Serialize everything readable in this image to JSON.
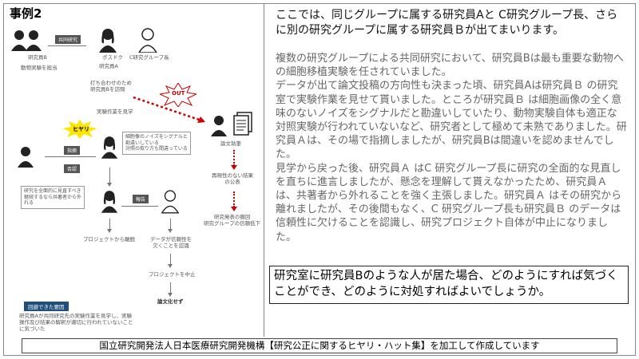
{
  "case_title": "事例2",
  "diagram": {
    "joint_research_label": "共同研究",
    "researcher_b": "研究員B",
    "researcher_b_role": "動物実験を担当",
    "postdoc": "ポスドク",
    "researcher_a": "研究員A",
    "group_c_leader": "C研究グループ長",
    "meeting_note": "打ち合わせのため\n研究員Bを訪問",
    "observe_note": "実験作業を見学",
    "out_label": "OUT",
    "hiyari_label": "ヒヤリ",
    "doubt_note": "細胞像のノイズをシグナルと\n勘違いしている\n対照の取り方も間違っている",
    "point_out_label": "指摘",
    "deny_label": "否認",
    "paper_submission": "論文執筆",
    "no_reproducibility": "再現性のない結果\nの公表",
    "damage_note": "研究発表の撤回\n研究グループの信頼低下",
    "advice_box": "研究を全面的に見直すべき\n継続するなら共著者から外\nれる",
    "report_label": "報告",
    "left_project": "プロジェクトから離脱",
    "data_unreliable": "データが信頼性を\n欠くことを認識",
    "project_stop": "プロジェクトを中止",
    "no_paper": "論文化せず",
    "cause_label": "回避できた要因",
    "cause_text": "研究員Aが共同研究先の実験作業を見学し、実験\n操作及び結果の解釈が適切に行われていないこと\nに気づいた"
  },
  "intro": "ここでは、同じグループに属する研究員Aと C研究グループ長、さらに別の研究グループに属する研究員Ｂが出てまいります。",
  "body_paragraphs": [
    "複数の研究グループによる共同研究において、研究員Bは最も重要な動物への細胞移植実験を任されていました。",
    "データが出て論文投稿の方向性も決まった頃、研究員Aは研究員Ｂ の研究室で実験作業を見せて貰いました。ところが研究員Ｂ は細胞画像の全く意味のないノイズをシグナルだと勘違いしていたり、動物実験自体も適正な対照実験が行われていないなど、研究者として極めて未熟でありました。研究員Ａは、その場で指摘しましたが、研究員Bは間違いを認めませんでした。",
    "見学から戻った後、研究員Ａ はC 研究グループ長に研究の全面的な見直しを直ちに進言しましたが、懸念を理解して貰えなかったため、研究員Ａは、共著者から外れることを強く主張しました。研究員Ａ はその研究から離れましたが、その後間もなく、C 研究グループ長も研究員Ｂ のデータは信頼性に欠けることを認識し、研究プロジェクト自体が中止になりました。"
  ],
  "question": "研究室に研究員Bのような人が居た場合、どのようにすれば気づくことができ、どのように対処すればよいでしょうか。",
  "footer": "国立研究開発法人日本医療研究開発機構【研究公正に関するヒヤリ・ハット集】を加工して作成しています",
  "colors": {
    "accent_red": "#c00000",
    "hiyari_yellow": "#ffe600",
    "label_gray": "#555555",
    "cause_blue": "#1f4e79"
  }
}
